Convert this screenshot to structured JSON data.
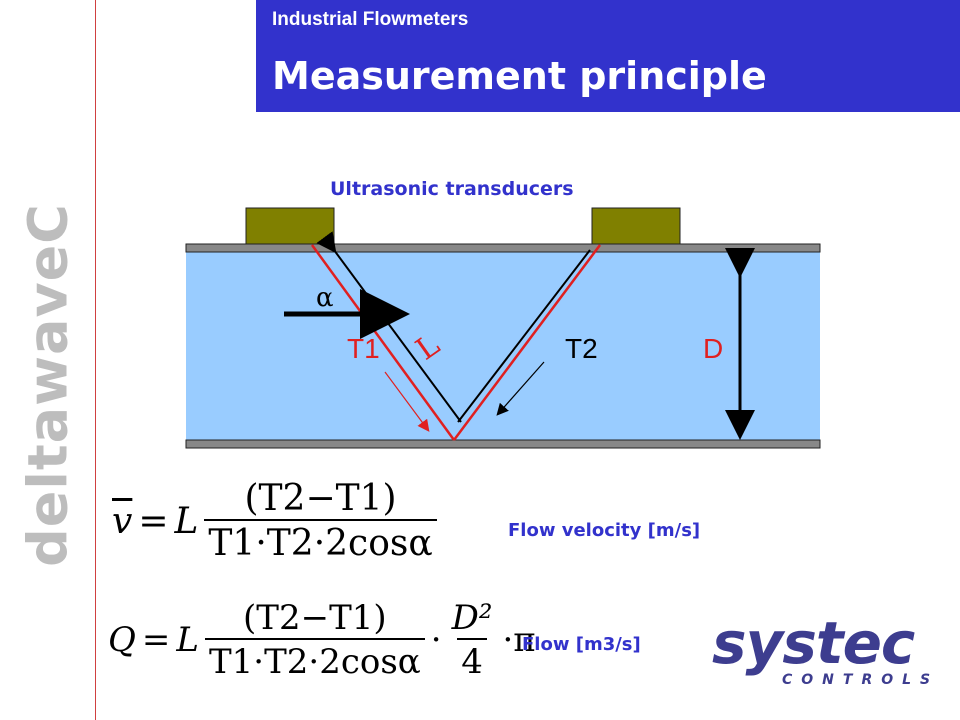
{
  "sidebar": {
    "brand": "deltawaveC"
  },
  "header": {
    "subtitle": "Industrial Flowmeters",
    "title": "Measurement principle"
  },
  "diagram": {
    "transducers_label": "Ultrasonic transducers",
    "label_t1": "T1",
    "label_t2": "T2",
    "label_d": "D",
    "label_alpha": "α",
    "label_l": "L",
    "pipe_color": "#99ccff",
    "transducer_color": "#808000",
    "beam_color": "#e02020"
  },
  "formulas": {
    "velocity": {
      "lhs": "v",
      "eq": "=",
      "factor": "L",
      "numerator": "(T2−T1)",
      "denominator": "T1·T2·2cosα",
      "caption": "Flow velocity [m/s]"
    },
    "flow": {
      "lhs": "Q",
      "eq": "=",
      "factor": "L",
      "numerator": "(T2−T1)",
      "denominator": "T1·T2·2cosα",
      "dot1": "·",
      "d_num": "D²",
      "d_den": "4",
      "dot2": "·π",
      "caption": "Flow [m3/s]"
    }
  },
  "logo": {
    "word": "systec",
    "sub": "CONTROLS"
  }
}
